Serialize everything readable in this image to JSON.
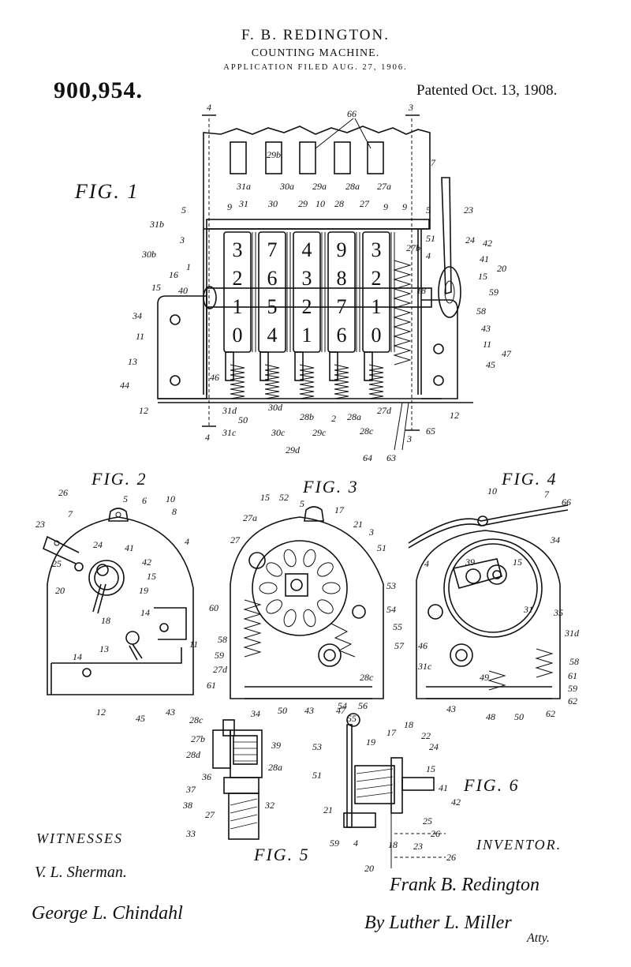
{
  "header": {
    "inventor_name": "F. B. REDINGTON.",
    "title": "COUNTING MACHINE.",
    "application": "APPLICATION FILED AUG. 27, 1906.",
    "patent_number": "900,954.",
    "patent_date": "Patented Oct. 13, 1908."
  },
  "figures": {
    "fig1": "FIG. 1",
    "fig2": "FIG. 2",
    "fig3": "FIG. 3",
    "fig4": "FIG. 4",
    "fig5": "FIG. 5",
    "fig6": "FIG. 6"
  },
  "fig1": {
    "wheels": [
      [
        "3",
        "2",
        "1",
        "0"
      ],
      [
        "7",
        "6",
        "5",
        "4"
      ],
      [
        "4",
        "3",
        "2",
        "1"
      ],
      [
        "9",
        "8",
        "7",
        "6"
      ],
      [
        "3",
        "2",
        "1",
        "0"
      ]
    ],
    "section_marks": [
      "4",
      "3",
      "4",
      "3"
    ]
  },
  "footer": {
    "witnesses_label": "WITNESSES",
    "inventor_label": "INVENTOR.",
    "witness1": "V. L. Sherman.",
    "witness2": "George L. Chindahl",
    "inventor_signature": "Frank B. Redington",
    "attorney_signature": "By Luther L. Miller",
    "attorney_suffix": "Atty."
  }
}
